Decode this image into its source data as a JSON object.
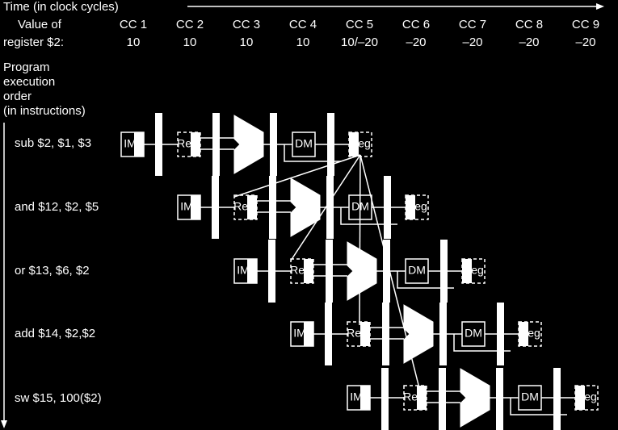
{
  "header": {
    "time_label": "Time (in clock cycles)",
    "value_label_1": "Value of",
    "value_label_2": "register $2:"
  },
  "cycles": [
    {
      "label": "CC 1",
      "value": "10"
    },
    {
      "label": "CC 2",
      "value": "10"
    },
    {
      "label": "CC 3",
      "value": "10"
    },
    {
      "label": "CC 4",
      "value": "10"
    },
    {
      "label": "CC 5",
      "value": "10/–20"
    },
    {
      "label": "CC 6",
      "value": "–20"
    },
    {
      "label": "CC 7",
      "value": "–20"
    },
    {
      "label": "CC 8",
      "value": "–20"
    },
    {
      "label": "CC 9",
      "value": "–20"
    }
  ],
  "order_label": [
    "Program",
    "execution",
    "order",
    "(in instructions)"
  ],
  "instructions": [
    "sub $2, $1, $3",
    "and $12, $2, $5",
    "or $13, $6, $2",
    "add $14, $2,$2",
    "sw $15, 100($2)"
  ],
  "stages": {
    "im": "IM",
    "reg": "Reg",
    "dm": "DM"
  },
  "colors": {
    "background": "#000000",
    "foreground": "#ffffff"
  }
}
